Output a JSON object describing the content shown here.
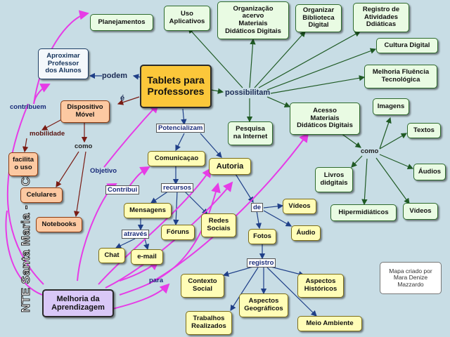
{
  "main_concept": "Tablets para Professores",
  "outcome": "Melhoria da Aprendizagem",
  "credit": "Mapa criado por Mara Denize Mazzardo",
  "watermark": "NTE Santa Maria - 8ª CRE",
  "link_labels": {
    "possibilitam": "possibilitam",
    "podem": "podem",
    "e": "é",
    "potencializam": "Potencializam",
    "contribuem": "contribuem",
    "mobilidade": "mobilidade",
    "como_left": "como",
    "objetivo": "Objetivo",
    "contribui": "Contribui",
    "recursos": "recursos",
    "atraves": "através",
    "de": "de",
    "registro": "registro",
    "para": "para",
    "como_right": "como"
  },
  "nodes": {
    "planejamentos": "Planejamentos",
    "uso_aplicativos": "Uso\nAplicativos",
    "organizacao_acervo": "Organização\nacervo\nMateriais\nDidáticos Digitais",
    "organizar_biblioteca": "Organizar\nBiblioteca\nDigital",
    "registro_atividades": "Registro de\nAtividades\nDdiáticas",
    "cultura_digital": "Cultura Digital",
    "melhoria_fluencia": "Melhoria Fluência\nTecnológica",
    "aproximar": "Aproximar\nProfessor\ndos Alunos",
    "dispositivo_movel": "Dispositivo\nMóvel",
    "facilita_uso": "facilita\no uso",
    "celulares": "Celulares",
    "notebooks": "Notebooks",
    "pesquisa_internet": "Pesquisa\nna Internet",
    "acesso_materiais": "Acesso\nMateriais\nDidáticos Digitais",
    "imagens": "Imagens",
    "textos": "Textos",
    "audios_right": "Áudios",
    "videos_right": "Vídeos",
    "livros_digitais": "Livros\ndidgitais",
    "hipermidiaticos": "Hipermidiáticos",
    "comunicacao": "Comunicaçao",
    "autoria": "Autoria",
    "mensagens": "Mensagens",
    "foruns": "Fóruns",
    "redes_sociais": "Redes\nSociais",
    "chat": "Chat",
    "email": "e-mail",
    "videos_autoria": "Vídeos",
    "audio_autoria": "Áudio",
    "fotos": "Fotos",
    "contexto_social": "Contexto\nSocial",
    "aspectos_historicos": "Aspectos\nHistóricos",
    "aspectos_geograficos": "Aspectos\nGeográficos",
    "trabalhos_realizados": "Trabalhos\nRealizados",
    "meio_ambiente": "Meio Ambiente"
  },
  "colors": {
    "background": "#c8dde5",
    "main_node": "#fbc73a",
    "outcome_node": "#d9c8f7",
    "green_node": "#e9fbe3",
    "yellow_node": "#fffdb7",
    "orange_node": "#fcc9a2",
    "green_link": "#1f5a24",
    "navy_link": "#1f3f88",
    "magenta_link": "#e63ce6",
    "brown_link": "#7a1c14"
  }
}
